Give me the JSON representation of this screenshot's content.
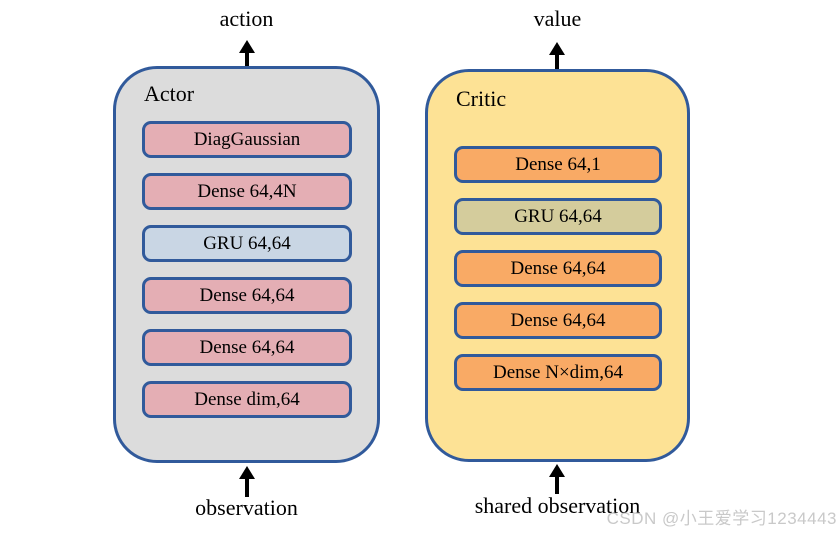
{
  "diagram": {
    "actor": {
      "title": "Actor",
      "top_label": "action",
      "bottom_label": "observation",
      "layers": [
        {
          "label": "DiagGaussian",
          "type": "dense"
        },
        {
          "label": "Dense 64,4N",
          "type": "dense"
        },
        {
          "label": "GRU 64,64",
          "type": "gru"
        },
        {
          "label": "Dense 64,64",
          "type": "dense"
        },
        {
          "label": "Dense 64,64",
          "type": "dense"
        },
        {
          "label": "Dense dim,64",
          "type": "dense"
        }
      ]
    },
    "critic": {
      "title": "Critic",
      "top_label": "value",
      "bottom_label": "shared observation",
      "layers": [
        {
          "label": "Dense 64,1",
          "type": "dense"
        },
        {
          "label": "GRU 64,64",
          "type": "gru"
        },
        {
          "label": "Dense 64,64",
          "type": "dense"
        },
        {
          "label": "Dense 64,64",
          "type": "dense"
        },
        {
          "label": "Dense N×dim,64",
          "type": "dense"
        }
      ]
    },
    "colors": {
      "border": "#315a9b",
      "actor_box_bg": "#dcdcdc",
      "actor_dense_bg": "#e4aeb4",
      "actor_gru_bg": "#c9d6e4",
      "critic_box_bg": "#fde295",
      "critic_dense_bg": "#f9aa65",
      "critic_gru_bg": "#d4cc9c",
      "arrow": "#000000",
      "watermark": "#c9c9c9"
    }
  },
  "watermark": "CSDN @小王爱学习1234443"
}
